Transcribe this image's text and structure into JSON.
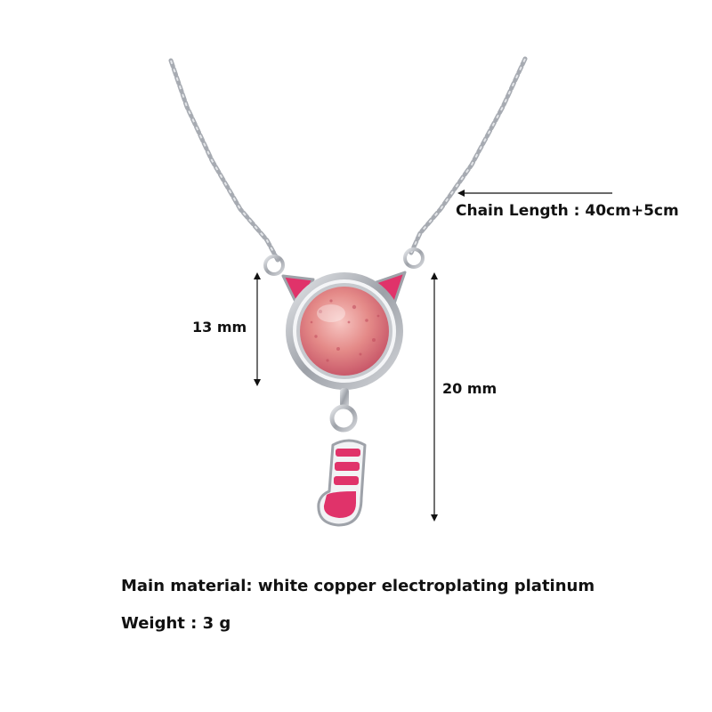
{
  "product": {
    "chain_length": "Chain Length : 40cm+5cm",
    "pendant_height": "13 mm",
    "total_height": "20 mm",
    "material": "Main material: white copper electroplating platinum",
    "weight": "Weight : 3 g"
  },
  "colors": {
    "background": "#ffffff",
    "silver": "#b9bcc2",
    "enamel_pink": "#e0336a",
    "stone_pink": "#e98a8a",
    "text": "#111111"
  }
}
